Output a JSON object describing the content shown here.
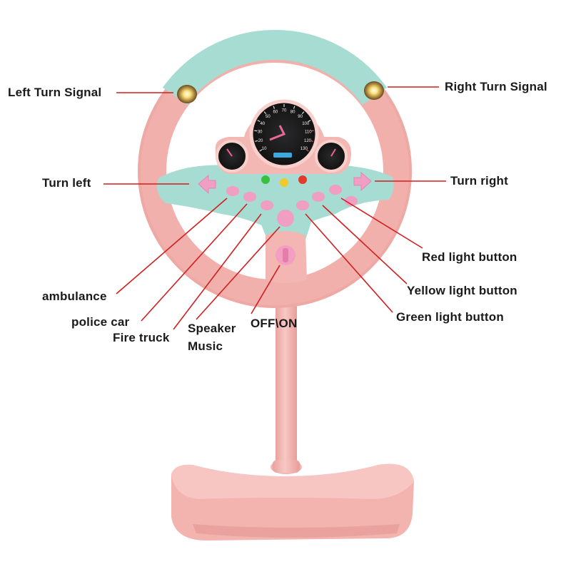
{
  "labels": {
    "left_turn_signal": "Left Turn Signal",
    "right_turn_signal": "Right Turn Signal",
    "turn_left": "Turn left",
    "turn_right": "Turn right",
    "red_light_button": "Red light button",
    "yellow_light_button": "Yellow light button",
    "green_light_button": "Green light button",
    "ambulance": "ambulance",
    "police_car": "police car",
    "fire_truck": "Fire truck",
    "speaker": "Speaker",
    "music": "Music",
    "off_on": "OFF\\ON"
  },
  "speedometer": {
    "ticks": [
      "10",
      "20",
      "30",
      "40",
      "50",
      "60",
      "70",
      "80",
      "90",
      "100",
      "110",
      "120",
      "130"
    ]
  },
  "colors": {
    "wheel_pink": "#f4b6b2",
    "wheel_pink_dark": "#e59c98",
    "wheel_teal": "#a6dcd2",
    "leader_line": "#d11f1f",
    "button_pink": "#f19ec3",
    "gauge_face": "#1c1c1e"
  }
}
